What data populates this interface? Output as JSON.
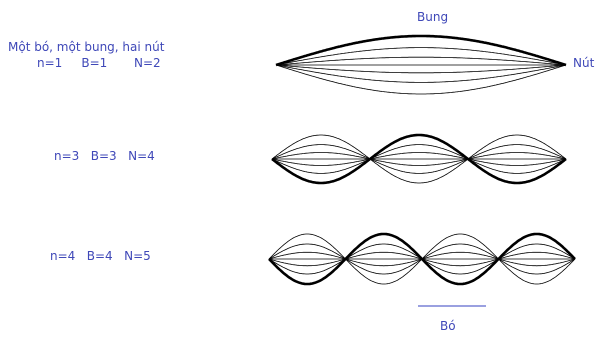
{
  "left_text": {
    "title": "Một bó, một bung, hai nút",
    "row1": "n=1     B=1       N=2",
    "row2": "n=3   B=3   N=4",
    "row3": "n=4   B=4   N=5"
  },
  "wave_labels": {
    "antinode": "Bung",
    "node": "Nút",
    "loop": "Bó"
  },
  "diagrams": [
    {
      "loops": 1,
      "nodes": 2
    },
    {
      "loops": 3,
      "nodes": 4
    },
    {
      "loops": 4,
      "nodes": 5
    }
  ],
  "colors": {
    "text": "#3f48b8",
    "wave": "#000000",
    "bar": "#9aa0e0"
  }
}
